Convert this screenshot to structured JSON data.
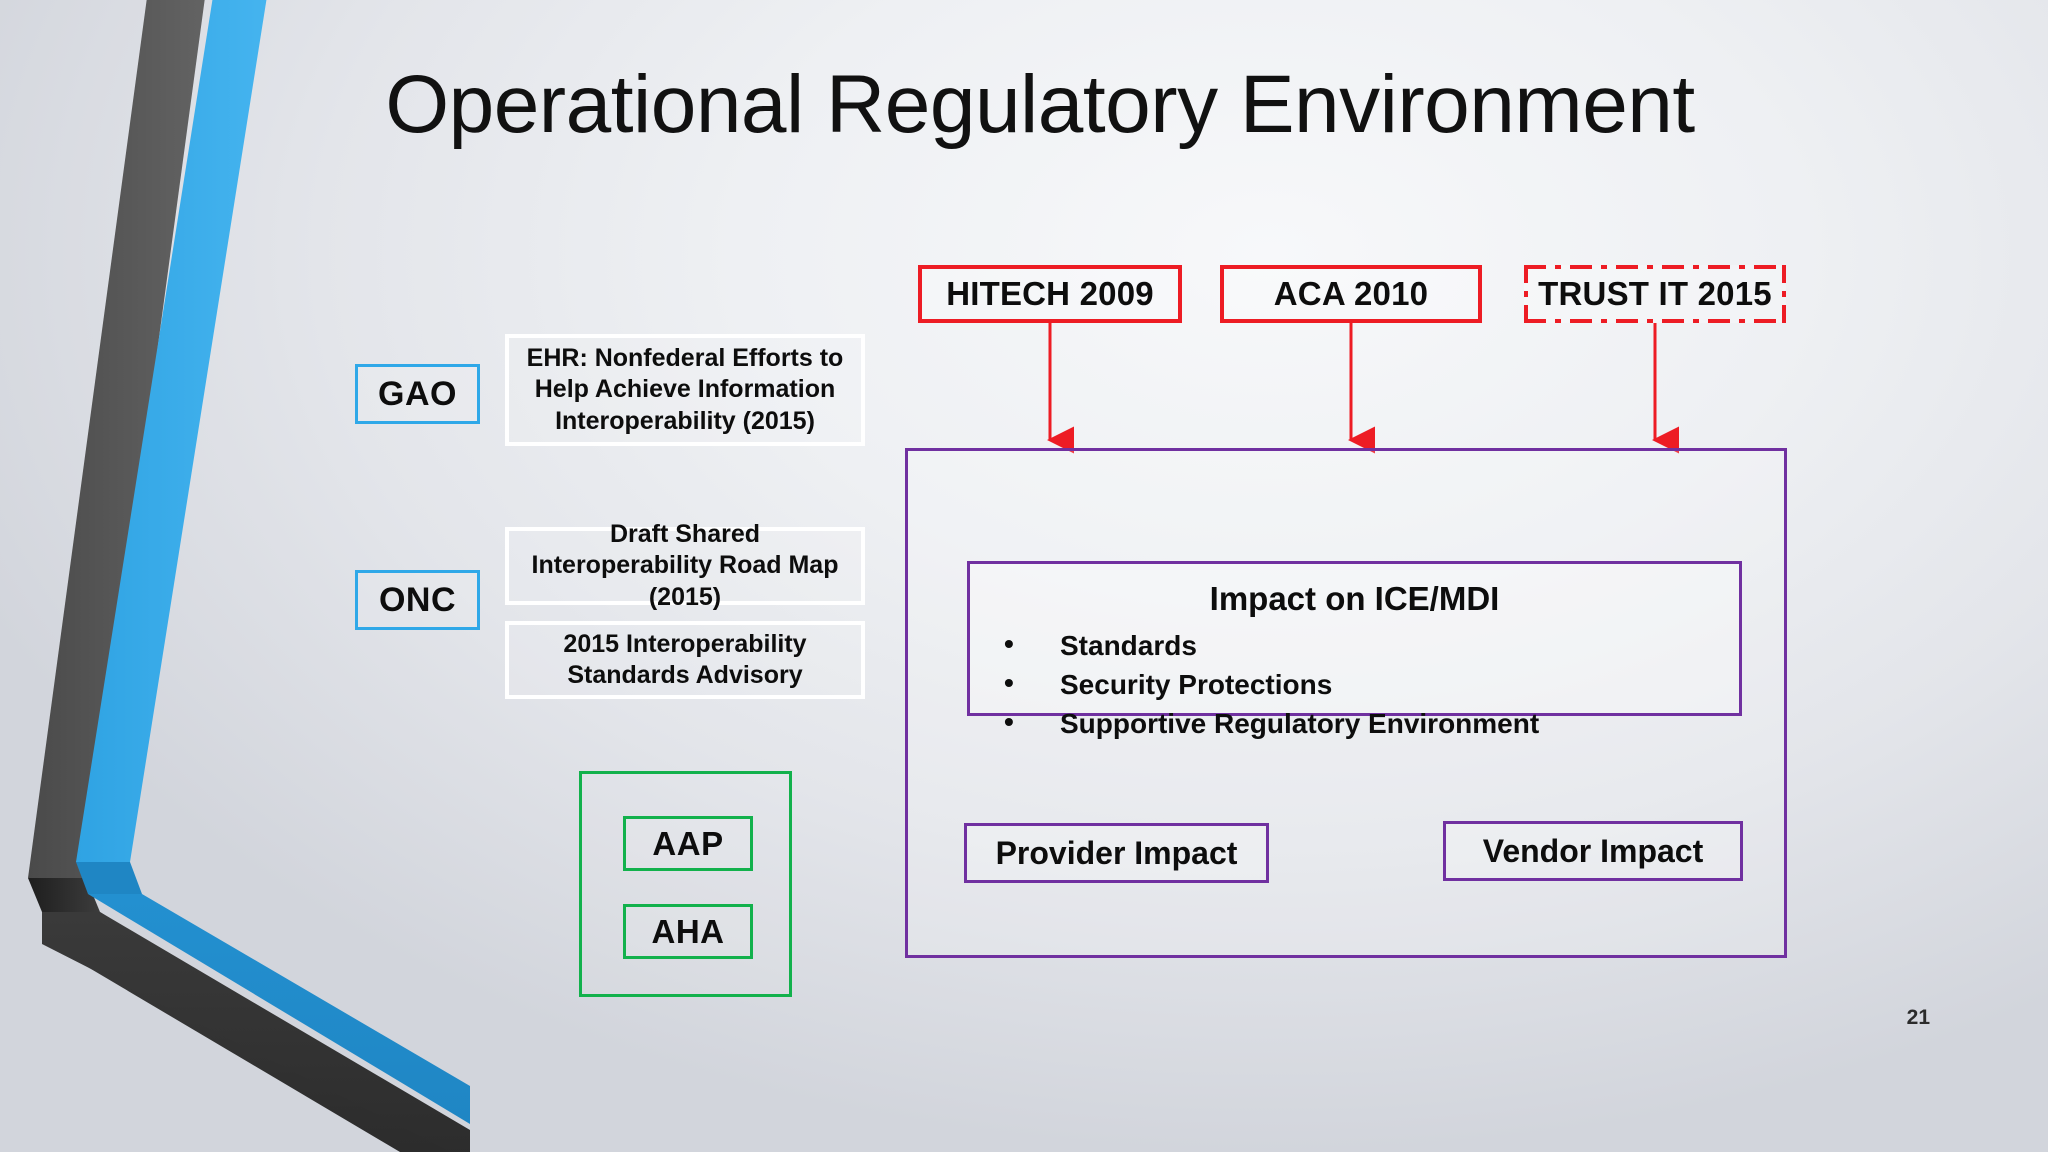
{
  "slide": {
    "title": "Operational Regulatory Environment",
    "page_number": "21",
    "colors": {
      "accent_blue": "#2fa8e8",
      "law_red": "#ed1c24",
      "group_green": "#12b14c",
      "panel_purple": "#7030a0",
      "background_light": "#f3f4f6",
      "background_dark": "#c9ccd4",
      "deco_gray": "#5a5a5a",
      "deco_blue": "#2d9fe0"
    }
  },
  "agencies": [
    {
      "name": "GAO",
      "documents": [
        "EHR: Nonfederal Efforts to Help Achieve Information Interoperability (2015)"
      ]
    },
    {
      "name": "ONC",
      "documents": [
        "Draft Shared Interoperability Road Map (2015)",
        "2015 Interoperability Standards Advisory"
      ]
    }
  ],
  "organizations": {
    "group_label": "",
    "items": [
      {
        "name": "AAP"
      },
      {
        "name": "AHA"
      }
    ]
  },
  "legislation": [
    {
      "name": "HITECH 2009",
      "border_style": "solid"
    },
    {
      "name": "ACA 2010",
      "border_style": "solid"
    },
    {
      "name": "TRUST IT 2015",
      "border_style": "dash-dot"
    }
  ],
  "impact_panel": {
    "title": "Impact on ICE/MDI",
    "bullets": [
      "Standards",
      "Security Protections",
      "Supportive Regulatory Environment"
    ],
    "sub_boxes": [
      {
        "label": "Provider Impact"
      },
      {
        "label": "Vendor Impact"
      }
    ]
  }
}
